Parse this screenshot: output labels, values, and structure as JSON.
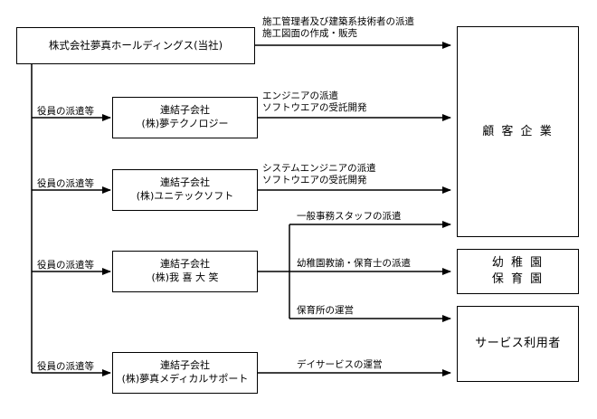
{
  "parent": {
    "label": "株式会社夢真ホールディングス(当社)"
  },
  "parent_service": {
    "line1": "施工管理者及び建築系技術者の派遣",
    "line2": "施工図面の作成・販売"
  },
  "officer_label": "役員の派遣等",
  "subsidiaries": [
    {
      "line1": "連結子会社",
      "line2": "(株)夢テクノロジー",
      "service_line1": "エンジニアの派遣",
      "service_line2": "ソフトウエアの受託開発"
    },
    {
      "line1": "連結子会社",
      "line2": "(株)ユニテックソフト",
      "service_line1": "システムエンジニアの派遣",
      "service_line2": "ソフトウエアの受託開発"
    },
    {
      "line1": "連結子会社",
      "line2": "(株)我 喜 大 笑",
      "service_a": "一般事務スタッフの派遣",
      "service_b": "幼稚園教諭・保育士の派遣",
      "service_c": "保育所の運営"
    },
    {
      "line1": "連結子会社",
      "line2": "(株)夢真メディカルサポート",
      "service_line1": "デイサービスの運営"
    }
  ],
  "destinations": {
    "customers": "顧 客 企 業",
    "kindergarten_line1": "幼 稚 園",
    "kindergarten_line2": "保 育 園",
    "service_users": "サービス利用者"
  }
}
